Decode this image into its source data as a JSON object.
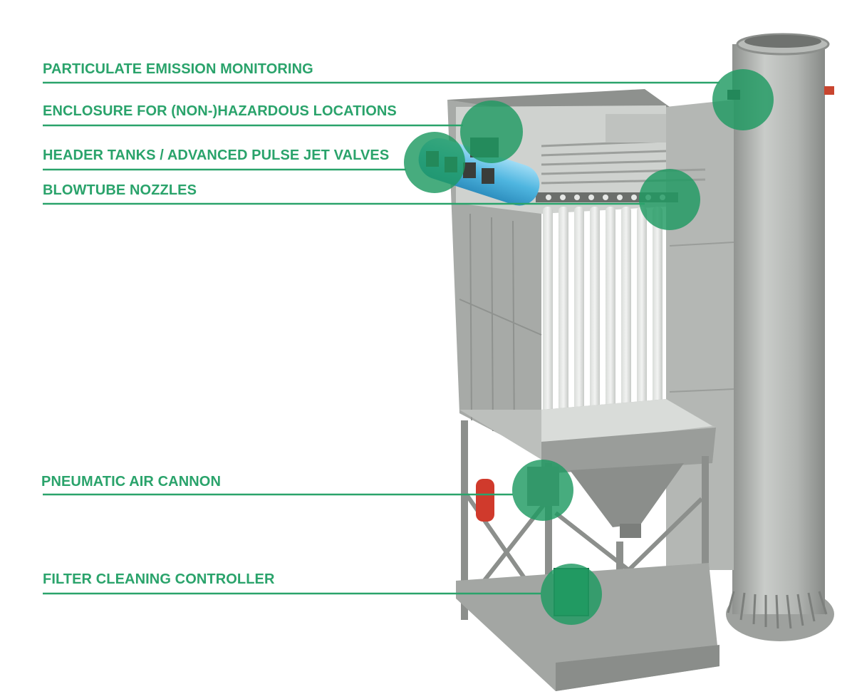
{
  "colors": {
    "accent": "#2aa36b",
    "accent_highlight": "#1f9a61",
    "steel_light": "#c4c7c4",
    "steel_mid": "#a9aca9",
    "steel_dark": "#8a8d8a",
    "header_tank_blue": "#4fb6e0",
    "extinguisher_red": "#d03a2c"
  },
  "callouts": [
    {
      "label": "PARTICULATE EMISSION MONITORING"
    },
    {
      "label": "ENCLOSURE FOR (NON-)HAZARDOUS LOCATIONS"
    },
    {
      "label": "HEADER TANKS / ADVANCED PULSE JET VALVES"
    },
    {
      "label": "BLOWTUBE NOZZLES"
    },
    {
      "label": "PNEUMATIC AIR CANNON"
    },
    {
      "label": "FILTER CLEANING CONTROLLER"
    }
  ],
  "illustration": {
    "subject": "baghouse-dust-collector-with-stack"
  }
}
